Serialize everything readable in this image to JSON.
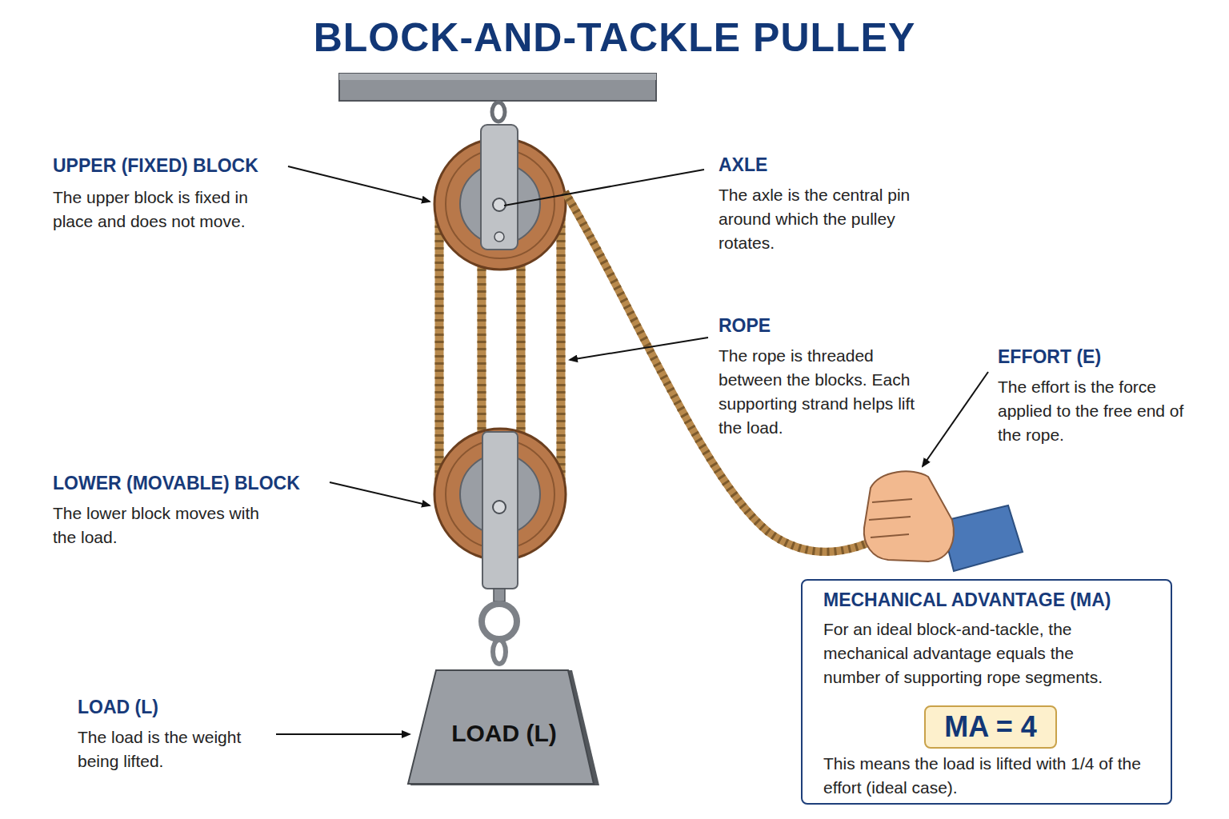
{
  "diagram": {
    "title": "BLOCK-AND-TACKLE PULLEY",
    "nodes": [
      {
        "text": [
          "MECHANICAL ADVANTAGE (MA)",
          "For an ideal block-and-tackle, the mechanical advantage equals the number of supporting rope segments.",
          "This means the load is lifted with 1/4 of the effort (ideal case)."
        ]
      },
      {
        "text": [
          "MA = 4"
        ],
        "in": 0
      },
      {
        "text": [
          "LOAD (L)"
        ]
      }
    ],
    "labels": [
      "UPPER (FIXED) BLOCK",
      "The upper block is fixed in place and does not move.",
      "AXLE",
      "The axle is the central pin around which the pulley rotates.",
      "ROPE",
      "The rope is threaded between the blocks. Each supporting strand helps lift the load.",
      "EFFORT (E)",
      "The effort is the force applied to the free end of the rope.",
      "LOWER (MOVABLE) BLOCK",
      "The lower block moves with the load.",
      "LOAD (L)",
      "The load is the weight being lifted."
    ]
  }
}
